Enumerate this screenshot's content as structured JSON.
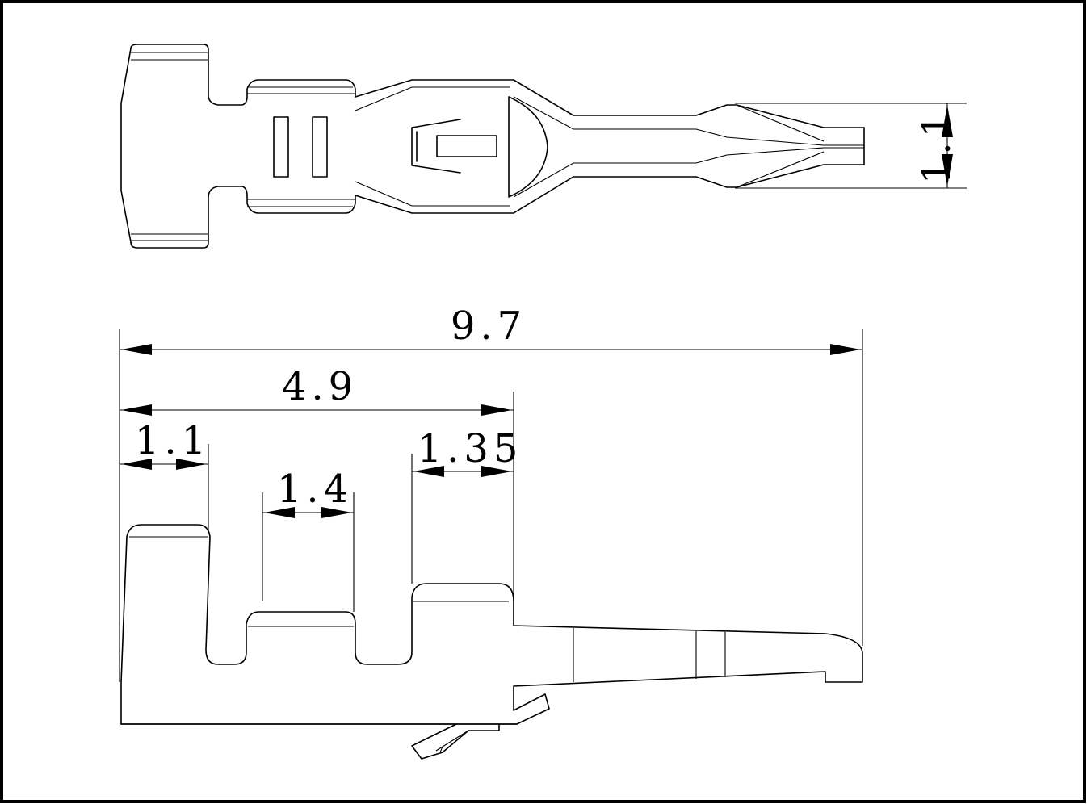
{
  "drawing": {
    "border_color": "#000000",
    "background": "#ffffff"
  },
  "dimensions": {
    "top_height": "1.1",
    "overall_length": "9.7",
    "crimp_section": "4.9",
    "insulation_barrel": "1.1",
    "wire_barrel": "1.4",
    "transition": "1.35"
  }
}
